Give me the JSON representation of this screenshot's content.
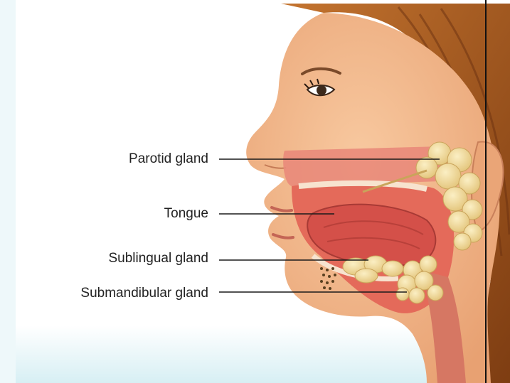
{
  "labels": {
    "parotid": "Parotid gland",
    "tongue": "Tongue",
    "sublingual": "Sublingual gland",
    "submandibular": "Submandibular gland"
  },
  "colors": {
    "skin": "#f3b98c",
    "skin_shadow": "#e29a6a",
    "hair": "#a4571f",
    "mouth_interior": "#e4685a",
    "tongue": "#d9584e",
    "gland": "#f2dc9c",
    "leader_line": "#1a1a1a",
    "background_tint": "#dff2f6"
  }
}
